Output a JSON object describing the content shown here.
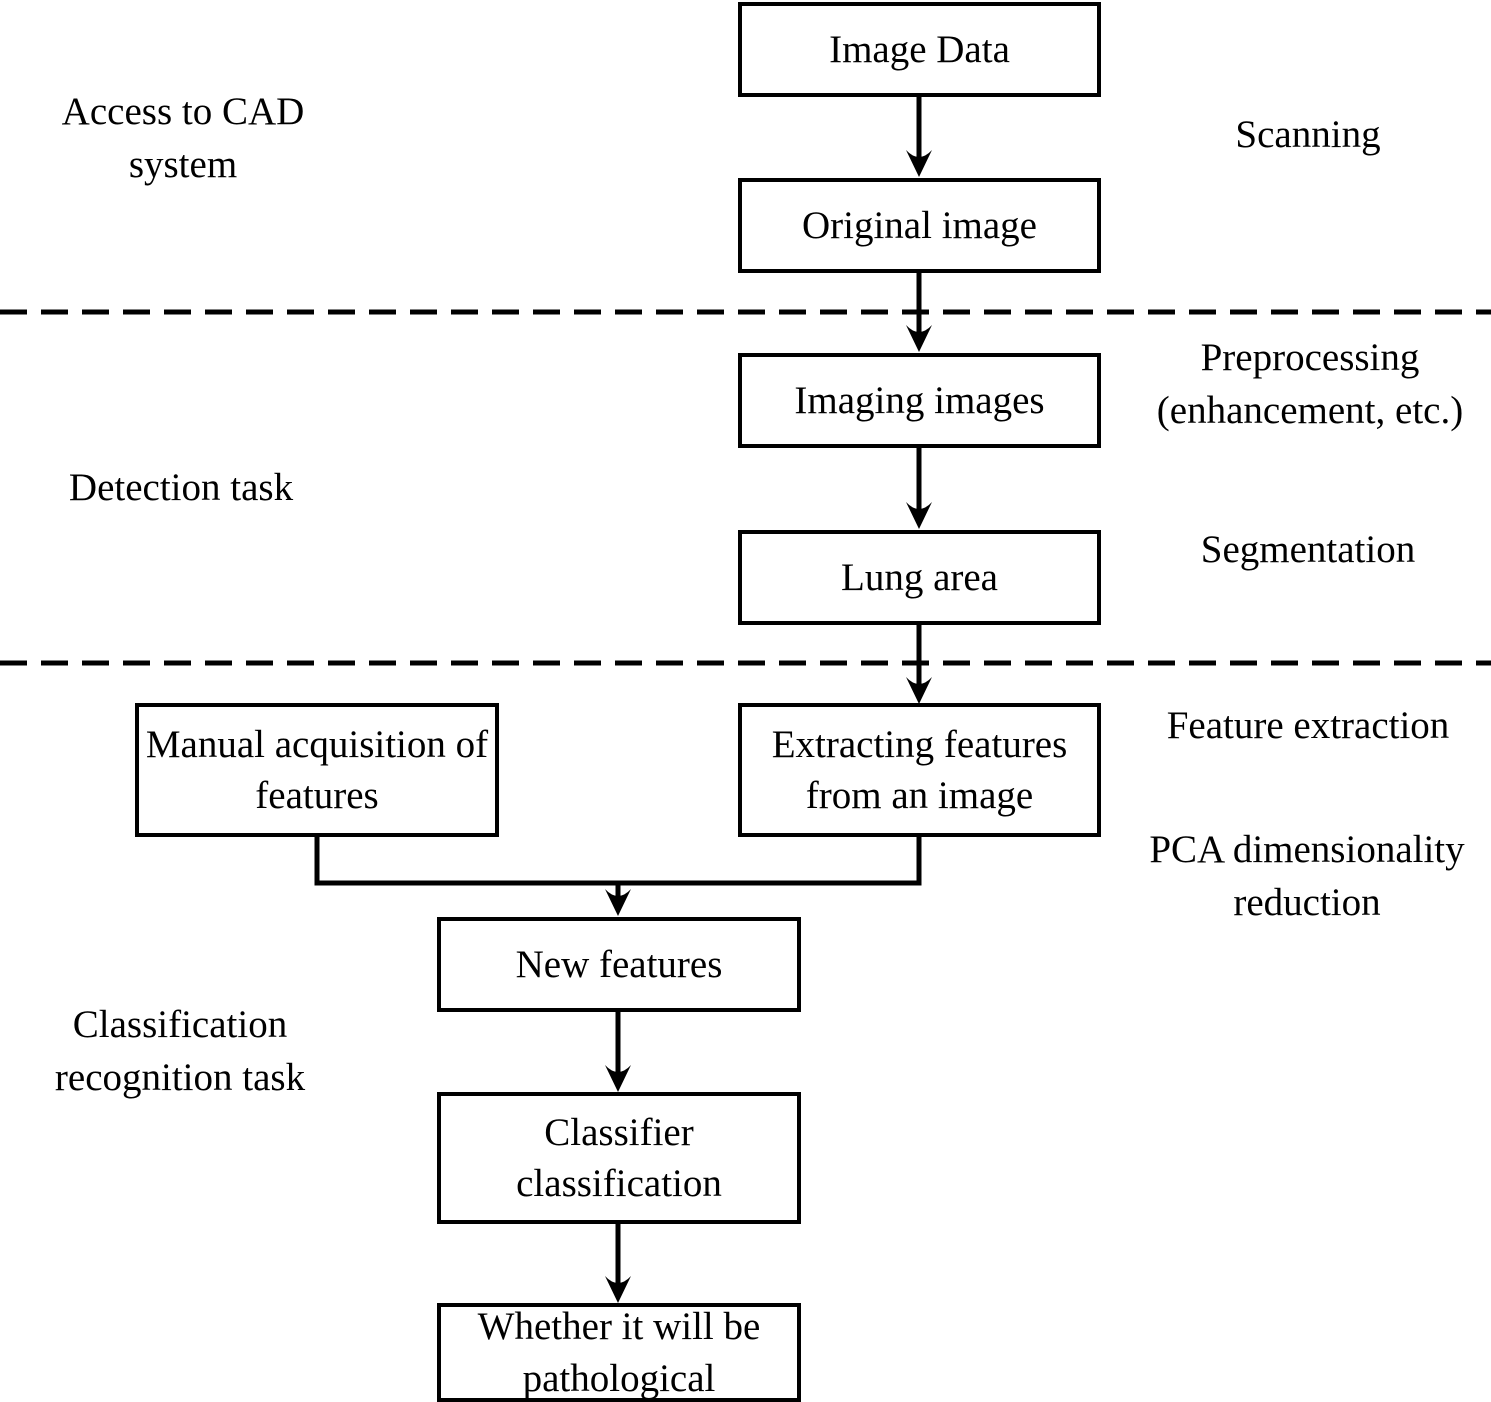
{
  "flowchart": {
    "nodes": {
      "image_data": "Image Data",
      "original_image": "Original image",
      "imaging_images": "Imaging images",
      "lung_area": "Lung area",
      "manual_acquisition": "Manual acquisition of features",
      "extracting_features": "Extracting features from an image",
      "new_features": "New features",
      "classifier_classification": "Classifier classification",
      "pathological": "Whether it will be pathological"
    },
    "left_stage_labels": {
      "access_cad": "Access to CAD system",
      "detection_task": "Detection task",
      "classification_task": "Classification recognition task"
    },
    "right_stage_labels": {
      "scanning": "Scanning",
      "preprocessing": "Preprocessing (enhancement, etc.)",
      "segmentation": "Segmentation",
      "feature_extraction": "Feature extraction",
      "pca": "PCA dimensionality reduction"
    },
    "colors": {
      "line": "#000000",
      "background": "#ffffff"
    }
  }
}
